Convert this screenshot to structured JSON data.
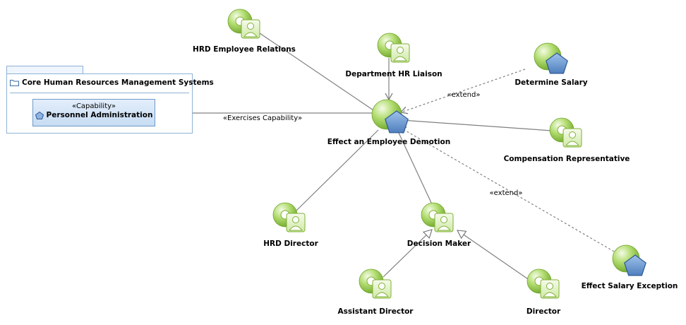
{
  "package": {
    "title": "Core Human Resources Management Systems",
    "capability_stereotype": "«Capability»",
    "capability_name": "Personnel Administration"
  },
  "central_use_case": {
    "label": "Effect an Employee Demotion"
  },
  "actors": [
    {
      "id": "hrd-employee-relations",
      "label": "HRD Employee Relations"
    },
    {
      "id": "department-hr-liaison",
      "label": "Department HR Liaison"
    },
    {
      "id": "compensation-representative",
      "label": "Compensation Representative"
    },
    {
      "id": "hrd-director",
      "label": "HRD Director"
    },
    {
      "id": "decision-maker",
      "label": "Decision Maker"
    },
    {
      "id": "assistant-director",
      "label": "Assistant Director"
    },
    {
      "id": "director",
      "label": "Director"
    }
  ],
  "extension_use_cases": [
    {
      "id": "determine-salary",
      "label": "Determine Salary"
    },
    {
      "id": "effect-salary-exception",
      "label": "Effect Salary Exception"
    }
  ],
  "edge_labels": {
    "exercises_capability": "«Exercises Capability»",
    "extend_1": "«extend»",
    "extend_2": "«extend»"
  },
  "colors": {
    "line": "#808080",
    "actor_green": "#8cc63f",
    "use_case_blue": "#5b8ccc",
    "package_border": "#8fb2d6"
  }
}
